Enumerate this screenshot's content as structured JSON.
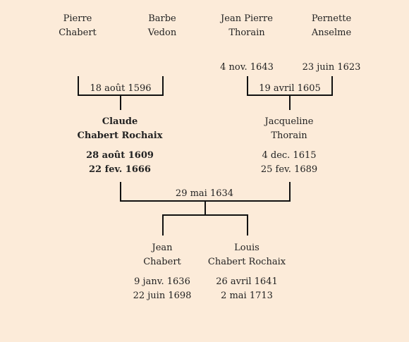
{
  "grandparents": {
    "pierre": {
      "first": "Pierre",
      "last": "Chabert"
    },
    "barbe": {
      "first": "Barbe",
      "last": "Vedon"
    },
    "jean_pierre": {
      "first": "Jean Pierre",
      "last": "Thorain",
      "birth": "4 nov. 1643"
    },
    "pernette": {
      "first": "Pernette",
      "last": "Anselme",
      "birth": "23 juin 1623"
    }
  },
  "marriages": {
    "left": "18 août 1596",
    "right": "19 avril 1605",
    "center": "29 mai 1634"
  },
  "parents": {
    "claude": {
      "first": "Claude",
      "last": "Chabert Rochaix",
      "birth": "28 août 1609",
      "death": "22 fev. 1666"
    },
    "jacqueline": {
      "first": "Jacqueline",
      "last": "Thorain",
      "birth": "4 dec. 1615",
      "death": "25 fev. 1689"
    }
  },
  "children": {
    "jean": {
      "first": "Jean",
      "last": "Chabert",
      "birth": "9 janv. 1636",
      "death": "22 juin 1698"
    },
    "louis": {
      "first": "Louis",
      "last": "Chabert Rochaix",
      "birth": "26 avril 1641",
      "death": "2 mai 1713"
    }
  }
}
